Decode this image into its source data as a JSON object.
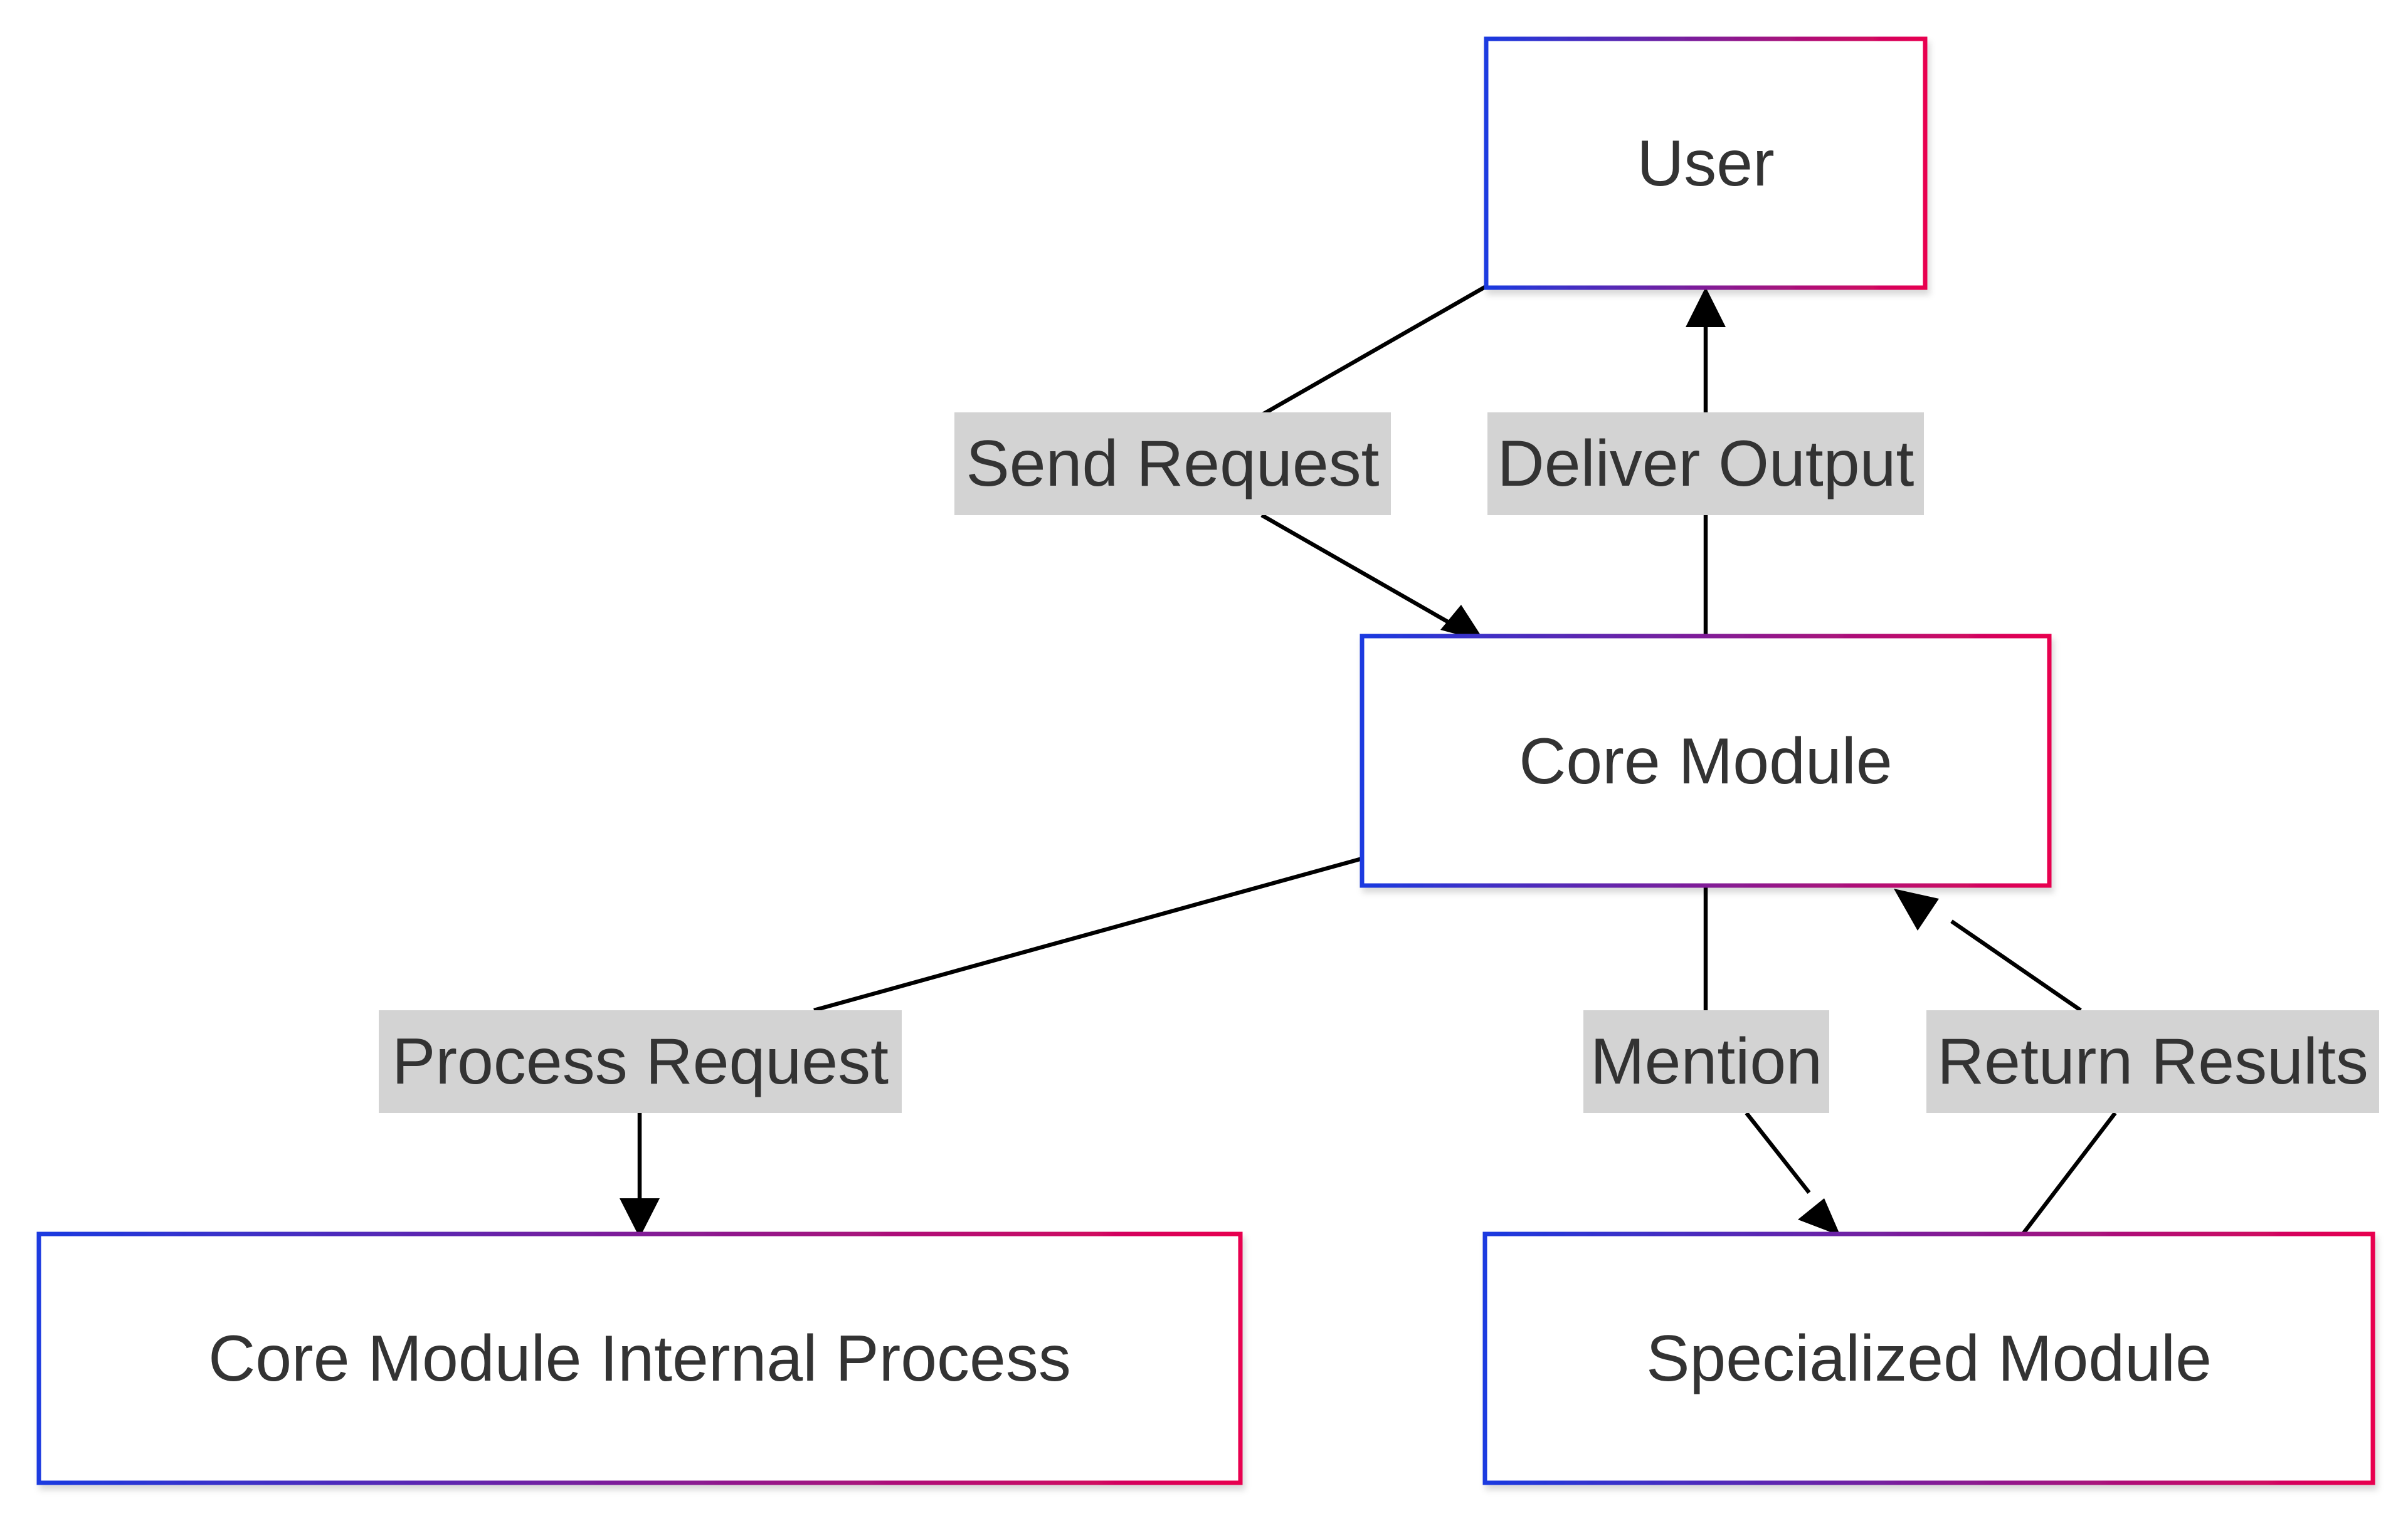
{
  "nodes": [
    {
      "id": "user",
      "label": "User"
    },
    {
      "id": "core",
      "label": "Core Module"
    },
    {
      "id": "internal",
      "label": "Core Module Internal Process"
    },
    {
      "id": "specialized",
      "label": "Specialized Module"
    }
  ],
  "edges": [
    {
      "id": "send-request",
      "from": "user",
      "to": "core",
      "label": "Send Request"
    },
    {
      "id": "deliver-output",
      "from": "core",
      "to": "user",
      "label": "Deliver Output"
    },
    {
      "id": "process-request",
      "from": "core",
      "to": "internal",
      "label": "Process Request"
    },
    {
      "id": "mention",
      "from": "core",
      "to": "specialized",
      "label": "Mention"
    },
    {
      "id": "return-results",
      "from": "specialized",
      "to": "core",
      "label": "Return Results"
    }
  ],
  "colors": {
    "node_border_start": "#1a3ae0",
    "node_border_end": "#e8004f",
    "edge_label_background": "#d3d3d3",
    "text": "#333333",
    "edge": "#000000"
  }
}
